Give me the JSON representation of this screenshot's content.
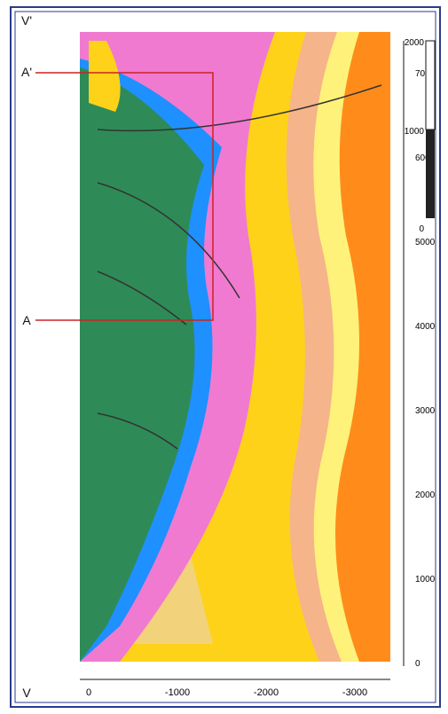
{
  "section": {
    "endpoint_left": "V",
    "endpoint_right": "V'",
    "marker_a": "A",
    "marker_a_prime": "A'"
  },
  "depth_axis": {
    "ticks": [
      "0",
      "-1000",
      "-2000",
      "-3000"
    ]
  },
  "distance_axis": {
    "ticks": [
      "0",
      "1000",
      "2000",
      "3000",
      "4000",
      "5000",
      "6000",
      "7000"
    ]
  },
  "scale_bar": {
    "ticks": [
      "0",
      "1000",
      "2000"
    ]
  },
  "colors": {
    "frame": "#2b3a8c",
    "surface_cover": "#2e8b57",
    "blue_layer": "#1e90ff",
    "magenta_layer": "#f07ad0",
    "yellow_layer": "#ffd21a",
    "salmon_layer": "#f5b48a",
    "pale_yellow_layer": "#fff27a",
    "orange_layer": "#ff8c1a",
    "dotted_wedge": "#f2d27a",
    "section_line": "#cc2222",
    "fault_line": "#333333"
  }
}
